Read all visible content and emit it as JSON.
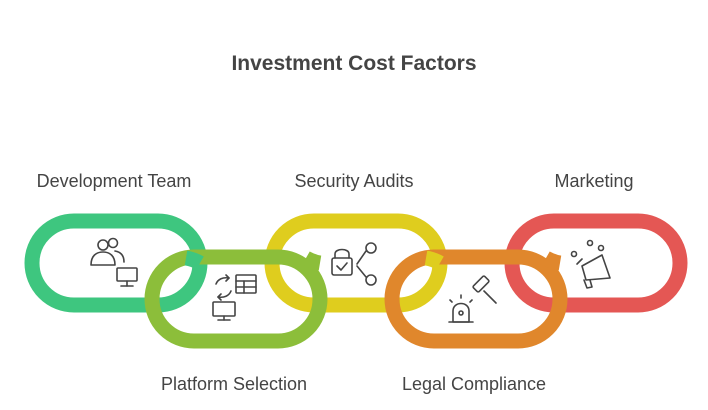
{
  "title": "Investment Cost Factors",
  "colors": {
    "development_team": "#3ec67f",
    "platform_selection": "#8cbe3a",
    "security_audits": "#dfcd1e",
    "legal_compliance": "#e0872c",
    "marketing": "#e45754",
    "icon_stroke": "#444444"
  },
  "links": [
    {
      "key": "development_team",
      "label": "Development Team",
      "icon": "users-monitor-icon"
    },
    {
      "key": "platform_selection",
      "label": "Platform Selection",
      "icon": "platform-switch-icon"
    },
    {
      "key": "security_audits",
      "label": "Security Audits",
      "icon": "lock-share-icon"
    },
    {
      "key": "legal_compliance",
      "label": "Legal Compliance",
      "icon": "gavel-icon"
    },
    {
      "key": "marketing",
      "label": "Marketing",
      "icon": "megaphone-icon"
    }
  ]
}
